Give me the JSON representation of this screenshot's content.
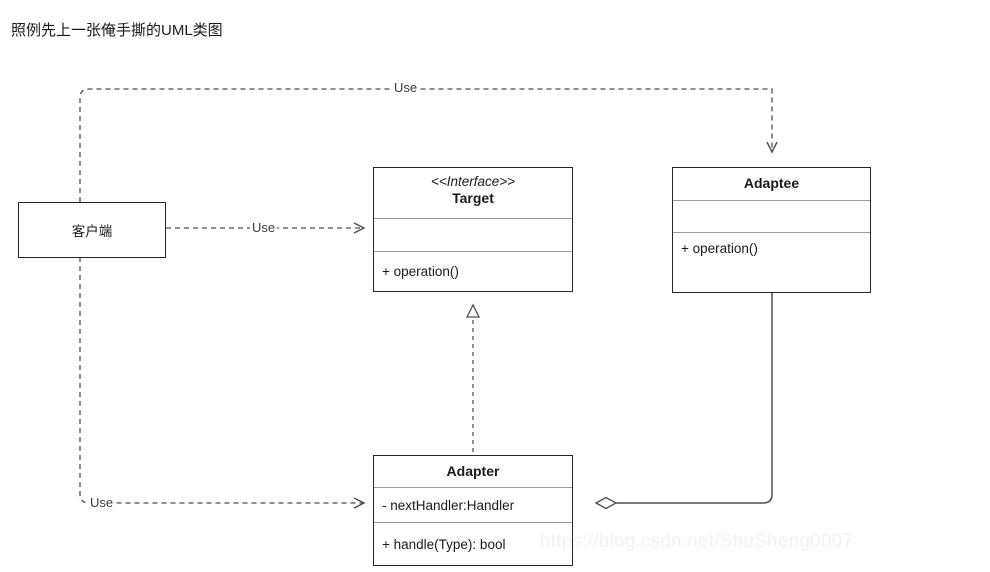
{
  "caption": "照例先上一张俺手撕的UML类图",
  "watermark": "https://blog.csdn.net/ShuSheng0007",
  "classes": {
    "client": {
      "name": "客户端"
    },
    "target": {
      "stereotype": "<<Interface>>",
      "name": "Target",
      "attributes": [
        ""
      ],
      "operations": [
        "+ operation()"
      ]
    },
    "adaptee": {
      "name": "Adaptee",
      "attributes": [
        ""
      ],
      "operations": [
        "+ operation()"
      ]
    },
    "adapter": {
      "name": "Adapter",
      "attributes": [
        "- nextHandler:Handler"
      ],
      "operations": [
        "+ handle(Type): bool"
      ]
    }
  },
  "edges": {
    "client_to_target": {
      "label": "Use",
      "style": "dashed",
      "arrow": "open"
    },
    "client_to_adaptee": {
      "label": "Use",
      "style": "dashed",
      "arrow": "open"
    },
    "client_to_adapter": {
      "label": "Use",
      "style": "dashed",
      "arrow": "open"
    },
    "adapter_realizes_target": {
      "label": "",
      "style": "dashed",
      "arrow": "hollow-triangle"
    },
    "adapter_aggregates_adaptee": {
      "label": "",
      "style": "solid",
      "arrow": "hollow-diamond"
    }
  },
  "colors": {
    "box_border": "#262626",
    "divider": "#9a9a9a",
    "connector": "#4d4d4d",
    "text": "#1a1a1a",
    "watermark": "#f2f2f2",
    "background": "#ffffff"
  }
}
